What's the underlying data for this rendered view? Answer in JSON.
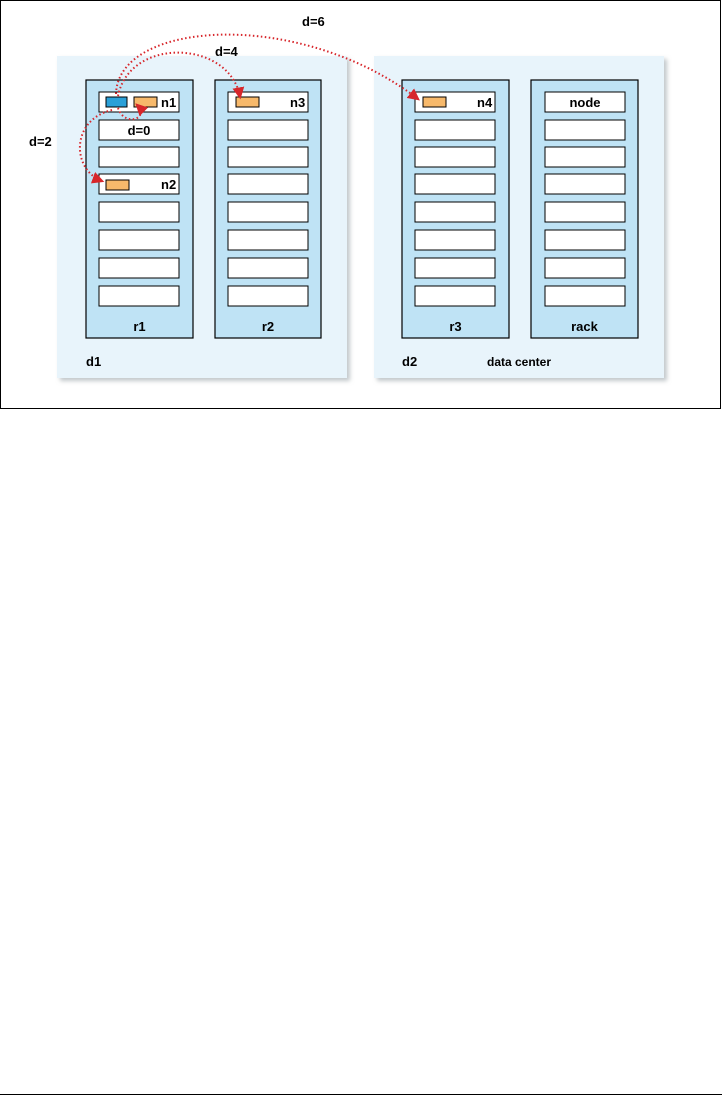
{
  "distances": {
    "d6": "d=6",
    "d4": "d=4",
    "d2": "d=2",
    "d0": "d=0"
  },
  "data_centers": [
    {
      "label": "d1",
      "racks": [
        {
          "label": "r1",
          "node_labels": [
            "n1",
            "",
            "",
            "n2",
            "",
            "",
            "",
            ""
          ]
        },
        {
          "label": "r2",
          "node_labels": [
            "n3",
            "",
            "",
            "",
            "",
            "",
            "",
            ""
          ]
        }
      ]
    },
    {
      "label": "d2",
      "racks": [
        {
          "label": "r3",
          "node_labels": [
            "n4",
            "",
            "",
            "",
            "",
            "",
            "",
            ""
          ]
        },
        {
          "label": "rack",
          "node_labels": [
            "node",
            "",
            "",
            "",
            "",
            "",
            "",
            ""
          ]
        }
      ]
    }
  ],
  "legend": {
    "data_center": "data center"
  },
  "colors": {
    "panel_fill": "#e8f4fb",
    "rack_fill": "#bfe3f5",
    "process_orange": "#f7b96b",
    "process_blue": "#2aa0d8",
    "arrow_red": "#d7262b"
  }
}
